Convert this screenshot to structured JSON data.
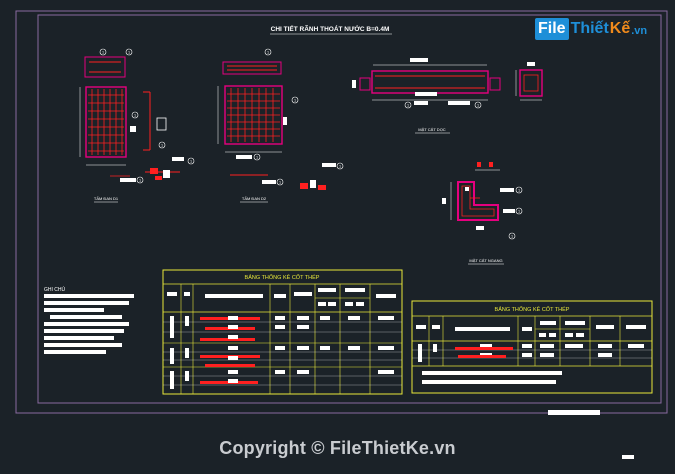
{
  "drawing": {
    "title": "CHI TIẾT RÃNH THOÁT NƯỚC B=0.4M",
    "views": {
      "tam_dan_d1": "TẤM ĐAN D1",
      "tam_dan_d2": "TẤM ĐAN D2",
      "mat_cat_doc": "MẶT CẮT DỌC",
      "mat_cat_ngang": "MẶT CẮT NGANG"
    },
    "notes_title": "GHI CHÚ",
    "table_left_title": "BẢNG THỐNG KÊ CỐT THÉP",
    "table_right_title": "BẢNG THỐNG KÊ CỐT THÉP",
    "marker_label": "1"
  },
  "logo": {
    "file": "File",
    "thiet": "Thiết",
    "ke": "Kế",
    "domain": ".vn"
  },
  "watermark": {
    "text": "Copyright © FileThietKe.vn"
  },
  "colors": {
    "background": "#1b2228",
    "frame": "#8a6aa0",
    "rebar": "#e6007e",
    "red": "#ff2020",
    "table": "#e8e83a",
    "white": "#ffffff",
    "logo_blue": "#1e8fd8",
    "logo_orange": "#f08a1c"
  }
}
